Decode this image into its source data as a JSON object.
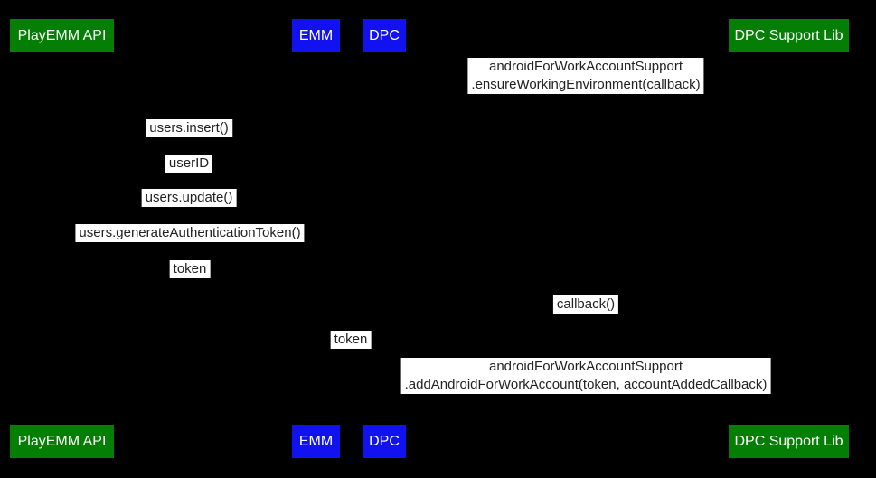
{
  "colors": {
    "background": "#000000",
    "green": "#047e04",
    "blue": "#1212f0",
    "actor_text": "#ffffff",
    "label_bg": "#ffffff",
    "label_text": "#222222"
  },
  "actors": [
    {
      "label": "PlayEMM API"
    },
    {
      "label": "EMM"
    },
    {
      "label": "DPC"
    },
    {
      "label": "DPC Support Lib"
    }
  ],
  "messages": [
    {
      "lines": [
        "androidForWorkAccountSupport",
        ".ensureWorkingEnvironment(callback)"
      ]
    },
    {
      "lines": [
        "users.insert()"
      ]
    },
    {
      "lines": [
        "userID"
      ]
    },
    {
      "lines": [
        "users.update()"
      ]
    },
    {
      "lines": [
        "users.generateAuthenticationToken()"
      ]
    },
    {
      "lines": [
        "token"
      ]
    },
    {
      "lines": [
        "callback()"
      ]
    },
    {
      "lines": [
        "token"
      ]
    },
    {
      "lines": [
        "androidForWorkAccountSupport",
        ".addAndroidForWorkAccount(token, accountAddedCallback)"
      ]
    }
  ]
}
